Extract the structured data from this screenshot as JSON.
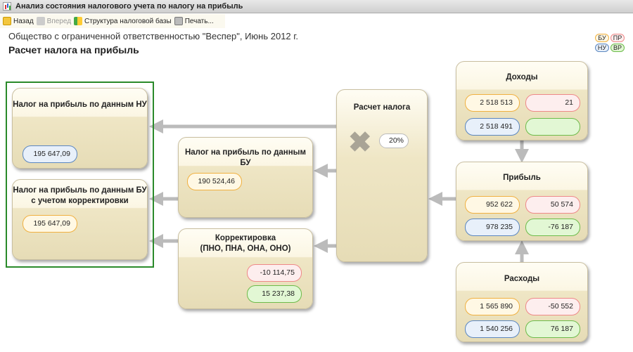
{
  "window": {
    "title": "Анализ состояния налогового учета по налогу на прибыль"
  },
  "toolbar": {
    "back": "Назад",
    "forward": "Вперед",
    "structure": "Структура налоговой базы",
    "print": "Печать..."
  },
  "header": {
    "organization": "Общество с ограниченной ответственностью \"Веспер\", Июнь 2012 г.",
    "title": "Расчет налога на прибыль"
  },
  "legend": {
    "bu": "БУ",
    "pr": "ПР",
    "nu": "НУ",
    "vr": "ВР"
  },
  "colors": {
    "bu": "#f0b040",
    "pr": "#ee8888",
    "nu": "#5a86c0",
    "vr": "#6cbb4a",
    "selected_frame": "#2a8a2a"
  },
  "boxes": {
    "tax_nu": {
      "title": "Налог на прибыль по данным НУ",
      "nu": "195 647,09"
    },
    "tax_bu_corr": {
      "title1": "Налог на прибыль по данным БУ",
      "title2": "с учетом корректировки",
      "bu": "195 647,09"
    },
    "tax_bu": {
      "title": "Налог на прибыль по данным БУ",
      "bu": "190 524,46"
    },
    "correction": {
      "title1": "Корректировка",
      "title2": "(ПНО, ПНА, ОНА, ОНО)",
      "pr": "-10 114,75",
      "vr": "15 237,38"
    },
    "calc": {
      "title": "Расчет налога",
      "rate": "20%"
    },
    "income": {
      "title": "Доходы",
      "bu": "2 518 513",
      "pr": "21",
      "nu": "2 518 491",
      "vr": ""
    },
    "profit": {
      "title": "Прибыль",
      "bu": "952 622",
      "pr": "50 574",
      "nu": "978 235",
      "vr": "-76 187"
    },
    "expenses": {
      "title": "Расходы",
      "bu": "1 565 890",
      "pr": "-50 552",
      "nu": "1 540 256",
      "vr": "76 187"
    }
  }
}
